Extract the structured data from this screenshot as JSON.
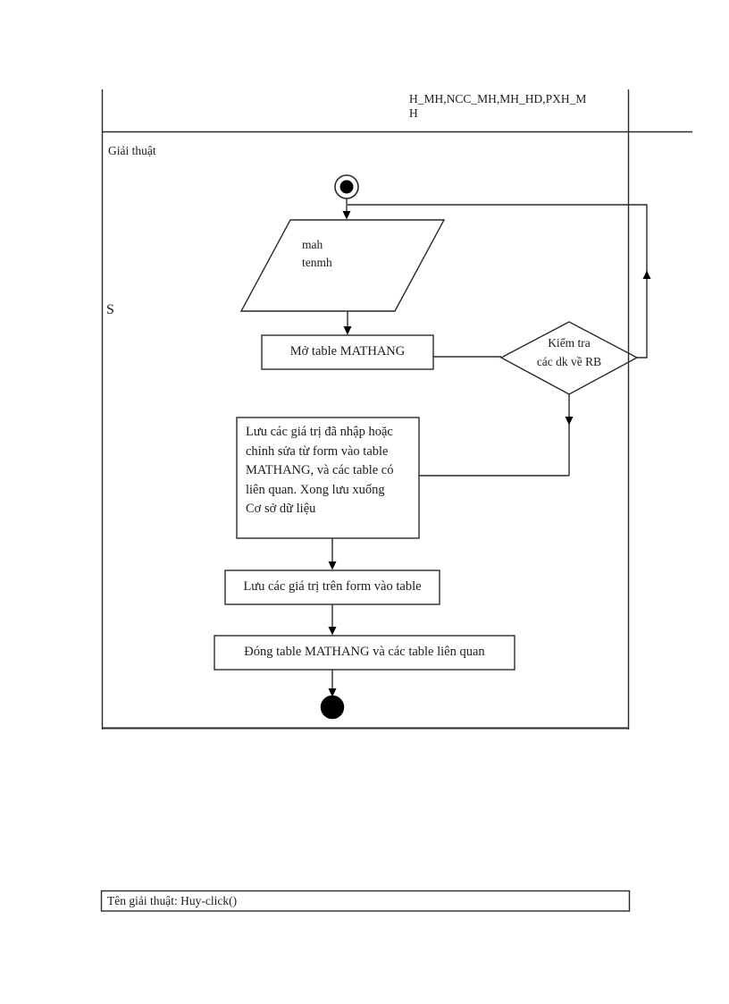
{
  "page": {
    "header_cell": {
      "line1": "H_MH,NCC_MH,MH_HD,PXH_M",
      "line2": "H"
    },
    "section_label": "Giải thuật",
    "side_label": "S",
    "footer_text": "Tên giải thuật: Huy-click()"
  },
  "flowchart": {
    "input_shape": {
      "line1": "mah",
      "line2": "tenmh"
    },
    "open_table_label": "Mở table MATHANG",
    "decision": {
      "line1": "Kiểm tra",
      "line2": "các dk về RB"
    },
    "save_block": {
      "lines": [
        "Lưu các giá trị đã nhập hoặc",
        "chỉnh  sửa từ form  vào table",
        "MATHANG,  và các table có",
        "liên  quan.  Xong lưu xuống",
        "Cơ sở dữ liệu"
      ]
    },
    "save_form_label": "Lưu các giá trị trên form vào table",
    "close_table_label": "Đóng table MATHANG và các table liên quan"
  },
  "colors": {
    "line": "#222222",
    "text": "#1c1c1c",
    "background": "#ffffff",
    "fill_node": "#000000"
  }
}
